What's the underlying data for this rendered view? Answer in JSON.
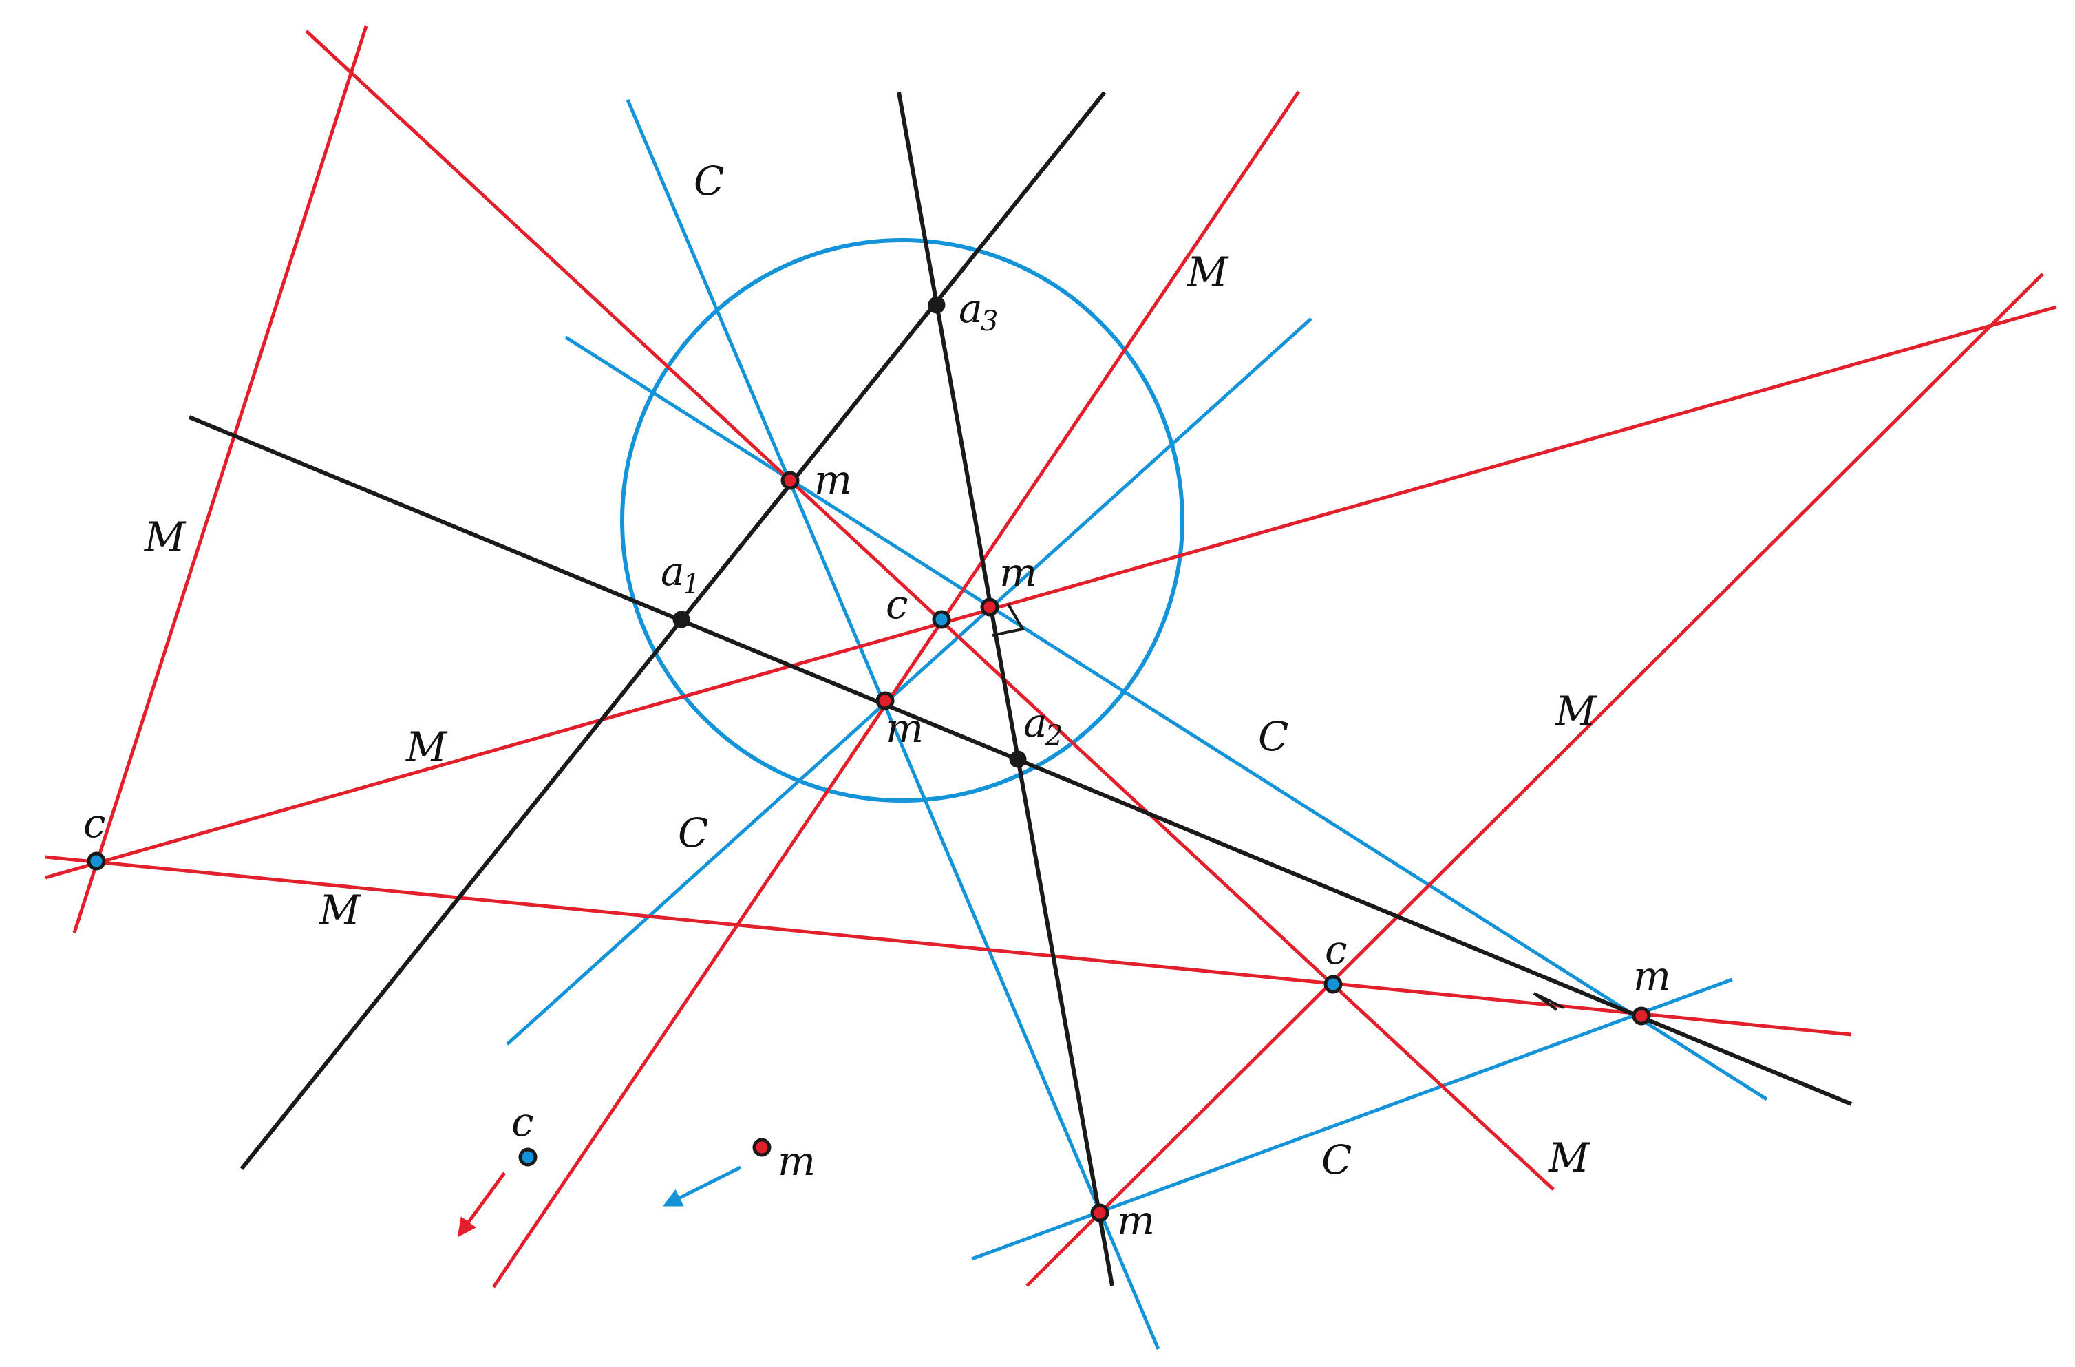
{
  "colors": {
    "black_line": "#1a1a1a",
    "red_line": "#e2202c",
    "blue_line": "#1493d8",
    "point_outline": "#1a1a1a",
    "c_point_fill": "#1493d8",
    "m_point_fill": "#e2202c",
    "a_point_fill": "#1a1a1a"
  },
  "labels": {
    "C": "C",
    "M": "M",
    "c": "c",
    "m": "m",
    "a": "a",
    "sub1": "1",
    "sub2": "2",
    "sub3": "3"
  },
  "legend": [
    {
      "point": "c",
      "arrow": "red-arrow"
    },
    {
      "point": "m",
      "arrow": "blue-arrow"
    }
  ]
}
